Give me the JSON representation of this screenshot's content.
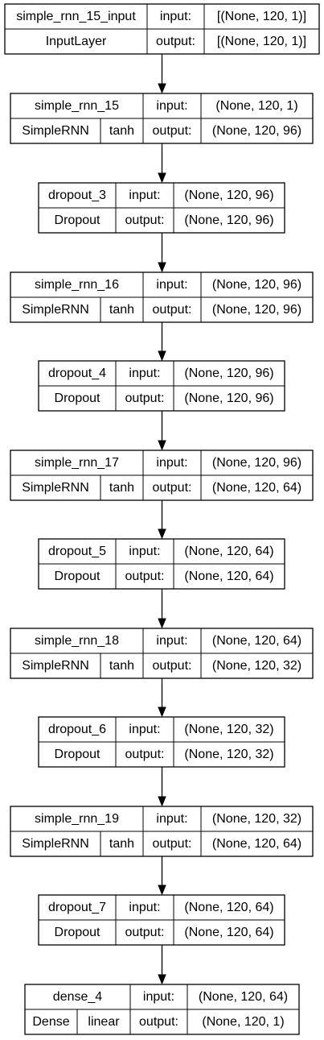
{
  "labels": {
    "input": "input:",
    "output": "output:"
  },
  "nodes": [
    {
      "id": "simple_rnn_15_input",
      "name": "simple_rnn_15_input",
      "type": "InputLayer",
      "activation": null,
      "input_shape": "[(None, 120, 1)]",
      "output_shape": "[(None, 120, 1)]"
    },
    {
      "id": "simple_rnn_15",
      "name": "simple_rnn_15",
      "type": "SimpleRNN",
      "activation": "tanh",
      "input_shape": "(None, 120, 1)",
      "output_shape": "(None, 120, 96)"
    },
    {
      "id": "dropout_3",
      "name": "dropout_3",
      "type": "Dropout",
      "activation": null,
      "input_shape": "(None, 120, 96)",
      "output_shape": "(None, 120, 96)"
    },
    {
      "id": "simple_rnn_16",
      "name": "simple_rnn_16",
      "type": "SimpleRNN",
      "activation": "tanh",
      "input_shape": "(None, 120, 96)",
      "output_shape": "(None, 120, 96)"
    },
    {
      "id": "dropout_4",
      "name": "dropout_4",
      "type": "Dropout",
      "activation": null,
      "input_shape": "(None, 120, 96)",
      "output_shape": "(None, 120, 96)"
    },
    {
      "id": "simple_rnn_17",
      "name": "simple_rnn_17",
      "type": "SimpleRNN",
      "activation": "tanh",
      "input_shape": "(None, 120, 96)",
      "output_shape": "(None, 120, 64)"
    },
    {
      "id": "dropout_5",
      "name": "dropout_5",
      "type": "Dropout",
      "activation": null,
      "input_shape": "(None, 120, 64)",
      "output_shape": "(None, 120, 64)"
    },
    {
      "id": "simple_rnn_18",
      "name": "simple_rnn_18",
      "type": "SimpleRNN",
      "activation": "tanh",
      "input_shape": "(None, 120, 64)",
      "output_shape": "(None, 120, 32)"
    },
    {
      "id": "dropout_6",
      "name": "dropout_6",
      "type": "Dropout",
      "activation": null,
      "input_shape": "(None, 120, 32)",
      "output_shape": "(None, 120, 32)"
    },
    {
      "id": "simple_rnn_19",
      "name": "simple_rnn_19",
      "type": "SimpleRNN",
      "activation": "tanh",
      "input_shape": "(None, 120, 32)",
      "output_shape": "(None, 120, 64)"
    },
    {
      "id": "dropout_7",
      "name": "dropout_7",
      "type": "Dropout",
      "activation": null,
      "input_shape": "(None, 120, 64)",
      "output_shape": "(None, 120, 64)"
    },
    {
      "id": "dense_4",
      "name": "dense_4",
      "type": "Dense",
      "activation": "linear",
      "input_shape": "(None, 120, 64)",
      "output_shape": "(None, 120, 1)"
    }
  ]
}
